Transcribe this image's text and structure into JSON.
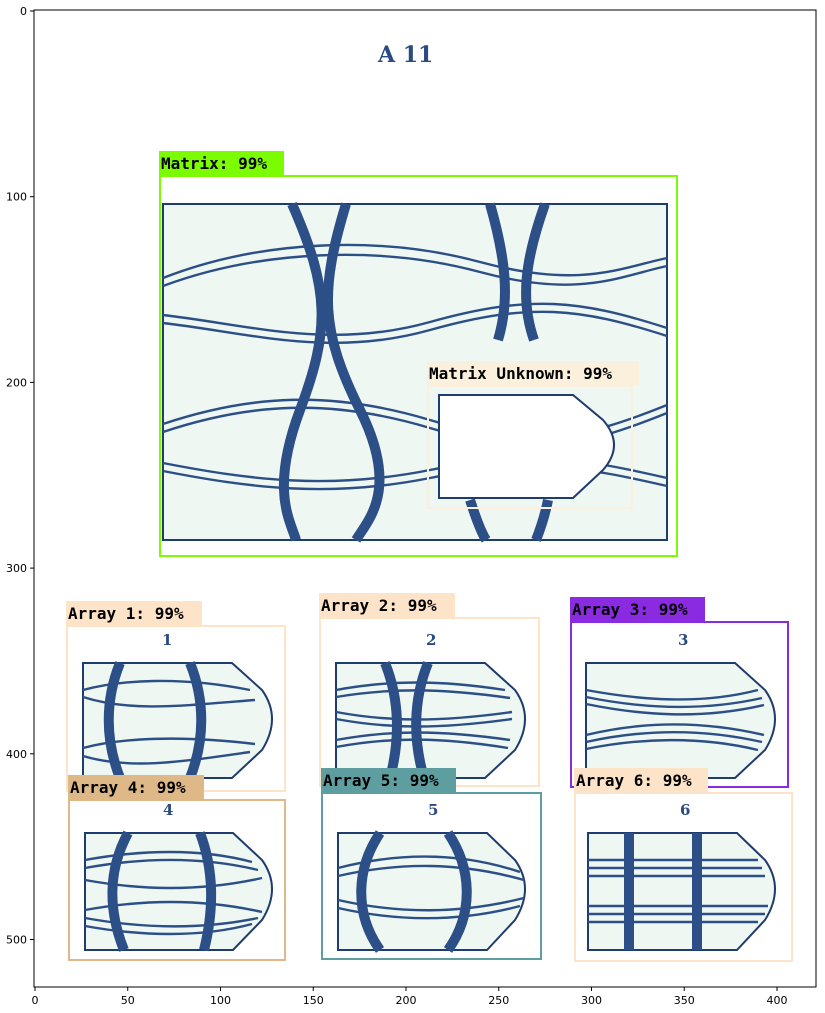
{
  "page": {
    "header": "A 11",
    "x_ticks": [
      "0",
      "50",
      "100",
      "150",
      "200",
      "250",
      "300",
      "350",
      "400"
    ],
    "y_ticks": [
      "0",
      "100",
      "200",
      "300",
      "400",
      "500"
    ]
  },
  "detections": [
    {
      "label": "Matrix: 99%",
      "color": "#7cfc00"
    },
    {
      "label": "Matrix Unknown: 99%",
      "color": "#faf0dc"
    },
    {
      "label": "Array 1: 99%",
      "color": "#fde3c8"
    },
    {
      "label": "Array 2: 99%",
      "color": "#fde3c8"
    },
    {
      "label": "Array 3: 99%",
      "color": "#8a2be2"
    },
    {
      "label": "Array 4: 99%",
      "color": "#deb887"
    },
    {
      "label": "Array 5: 99%",
      "color": "#5f9ea0"
    },
    {
      "label": "Array 6: 99%",
      "color": "#fde3c8"
    }
  ],
  "panels": [
    {
      "number": "1"
    },
    {
      "number": "2"
    },
    {
      "number": "3"
    },
    {
      "number": "4"
    },
    {
      "number": "5"
    },
    {
      "number": "6"
    }
  ]
}
